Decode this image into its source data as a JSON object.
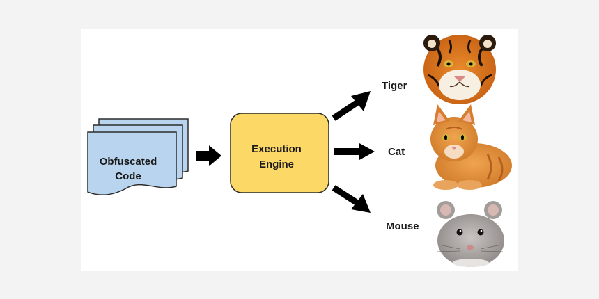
{
  "diagram": {
    "input": {
      "line1": "Obfuscated",
      "line2": "Code",
      "color": "#b9d4ee",
      "stroke": "#2c2c2c"
    },
    "engine": {
      "line1": "Execution",
      "line2": "Engine",
      "color": "#fcd966",
      "stroke": "#2c2c2c"
    },
    "outputs": [
      {
        "label": "Tiger",
        "image": "tiger-photo"
      },
      {
        "label": "Cat",
        "image": "cat-photo"
      },
      {
        "label": "Mouse",
        "image": "mouse-photo"
      }
    ],
    "arrow_color": "#000000"
  }
}
